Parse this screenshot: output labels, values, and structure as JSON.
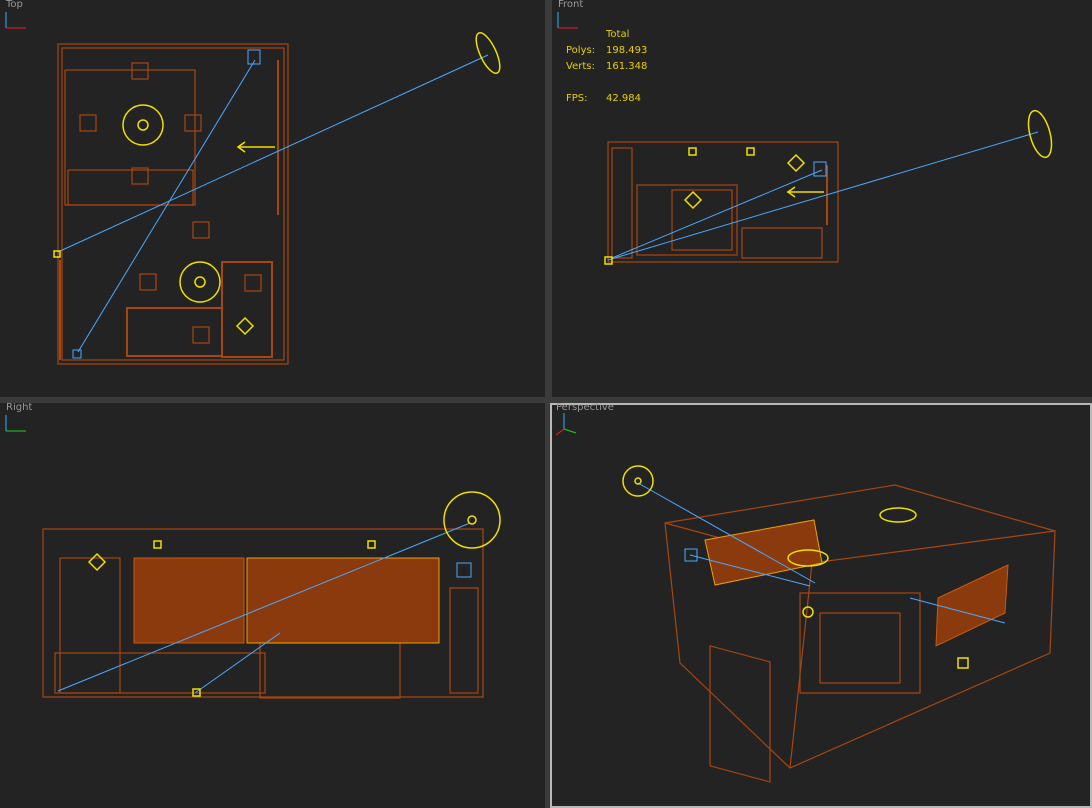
{
  "viewports": {
    "top": {
      "label": "Top"
    },
    "front": {
      "label": "Front"
    },
    "right": {
      "label": "Right"
    },
    "perspective": {
      "label": "Perspective"
    }
  },
  "stats": {
    "header": "Total",
    "polys_label": "Polys:",
    "polys": "198.493",
    "verts_label": "Verts:",
    "verts": "161.348",
    "fps_label": "FPS:",
    "fps": "42.984"
  },
  "colors": {
    "wire": "#a8460f",
    "fill": "#8a3a0c",
    "light": "#f0e000",
    "camera": "#4aa8ff",
    "bg": "#232323"
  }
}
